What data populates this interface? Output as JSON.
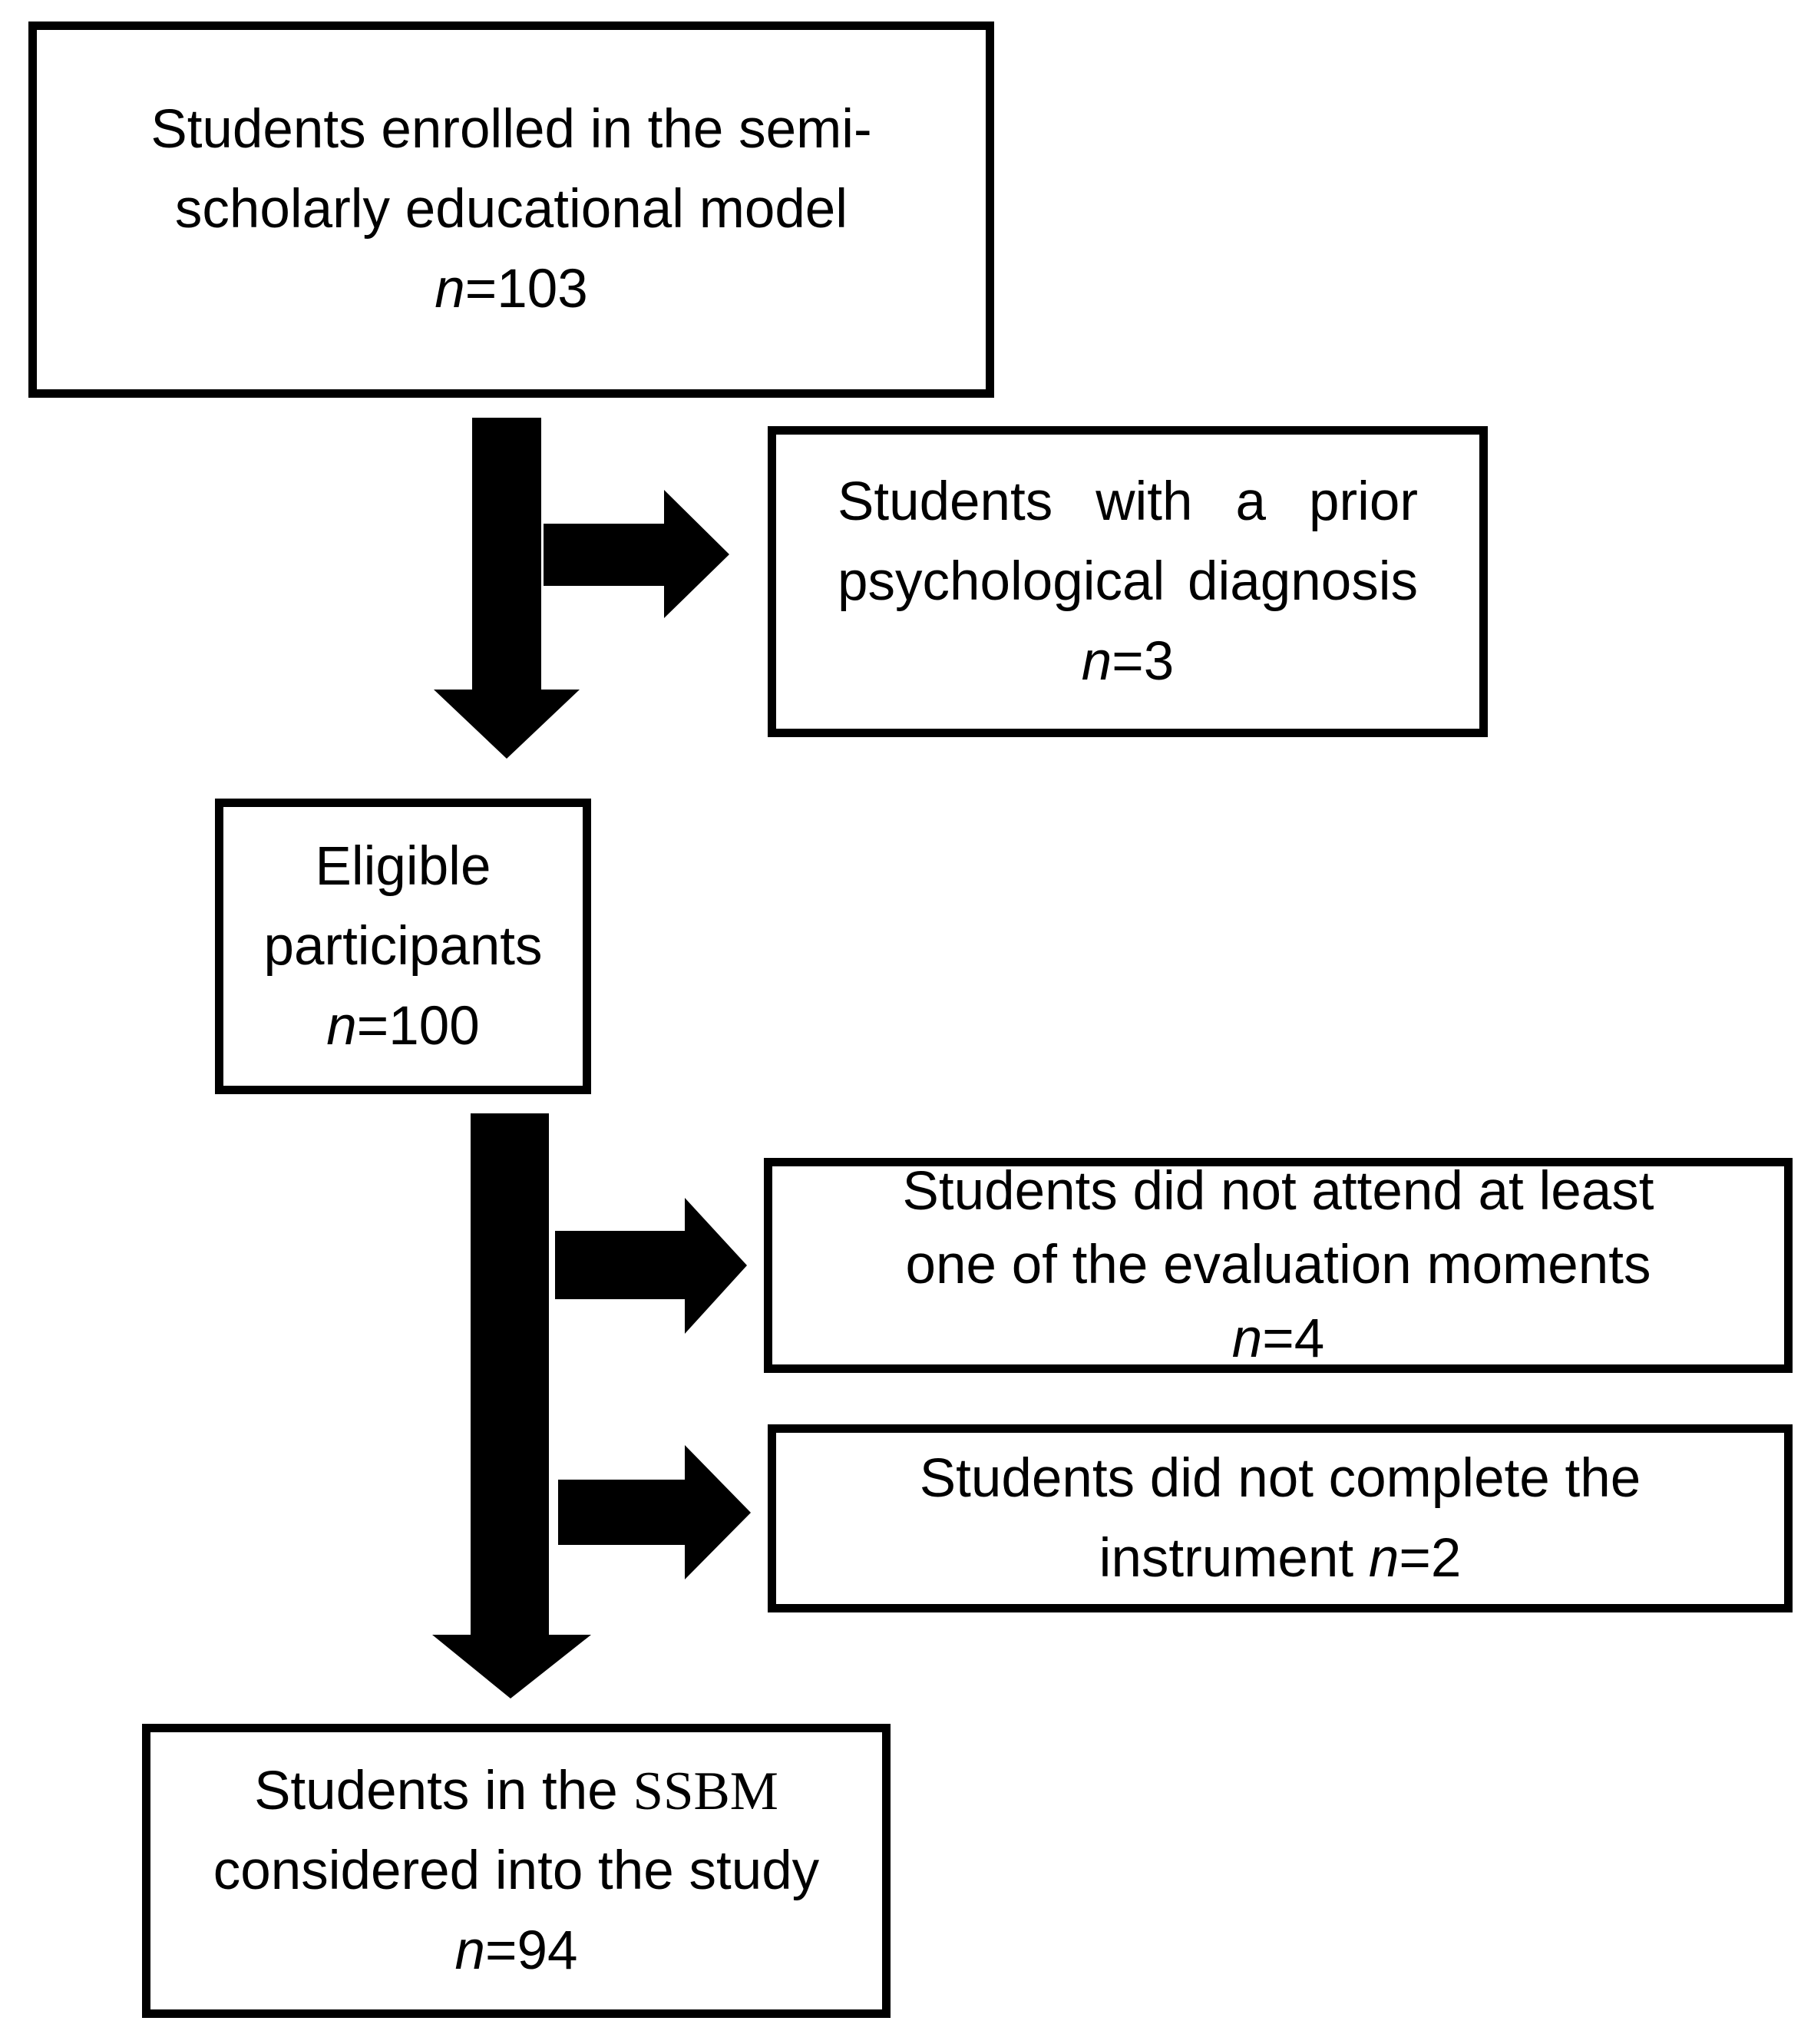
{
  "diagram": {
    "boxes": {
      "enrolled": {
        "lines": [
          "Students enrolled in the semi-",
          "scholarly educational model"
        ],
        "n_label": "n",
        "n_value": "=103"
      },
      "prior_diagnosis": {
        "lines": [
          "Students with a prior",
          "psychological diagnosis"
        ],
        "n_label": "n",
        "n_value": "=3"
      },
      "eligible": {
        "lines": [
          "Eligible",
          "participants"
        ],
        "n_label": "n",
        "n_value": "=100"
      },
      "no_attendance": {
        "lines": [
          "Students did not attend at least",
          "one of the evaluation moments"
        ],
        "n_label": "n",
        "n_value": "=4"
      },
      "incomplete_instrument": {
        "line1": "Students did not complete the",
        "line2_pre": "instrument ",
        "n_label": "n",
        "n_value": "=2"
      },
      "included": {
        "line1_pre": "Students in the ",
        "line1_acronym": "SSBM",
        "line2": "considered into the study",
        "n_label": "n",
        "n_value": "=94"
      }
    },
    "colors": {
      "background": "#ffffff",
      "box_border": "#000000",
      "arrow_fill": "#000000",
      "text": "#000000"
    }
  }
}
